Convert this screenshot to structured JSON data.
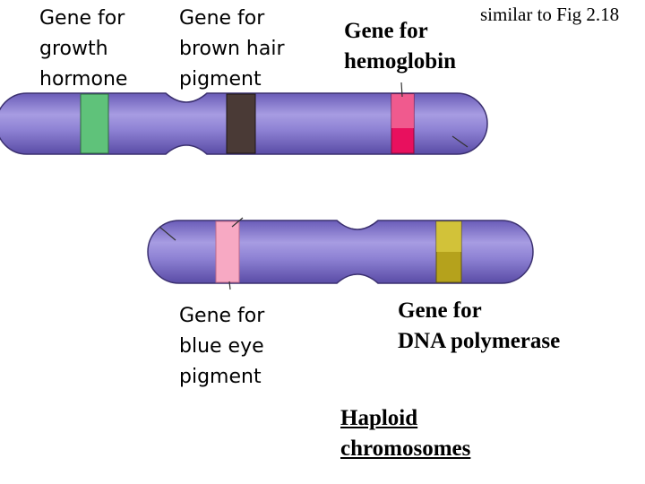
{
  "figure_note": "similar to Fig 2.18",
  "labels": {
    "growth_hormone": "Gene for\ngrowth\nhormone",
    "brown_hair": "Gene for\nbrown hair\npigment",
    "hemoglobin": "Gene for\nhemoglobin",
    "blue_eye": "Gene for\nblue eye\npigment",
    "dna_polymerase": "Gene for\nDNA polymerase",
    "haploid": "Haploid\nchromosomes"
  },
  "colors": {
    "chromosome": "#8b7fd0",
    "chromosome_dark": "#5f52a8",
    "growth_hormone_band": "#5fc27a",
    "brown_hair_band": "#4a3a36",
    "hemoglobin_band": "#e8105e",
    "blue_eye_band": "#f7a9c3",
    "dna_polymerase_band": "#b5a21c"
  }
}
